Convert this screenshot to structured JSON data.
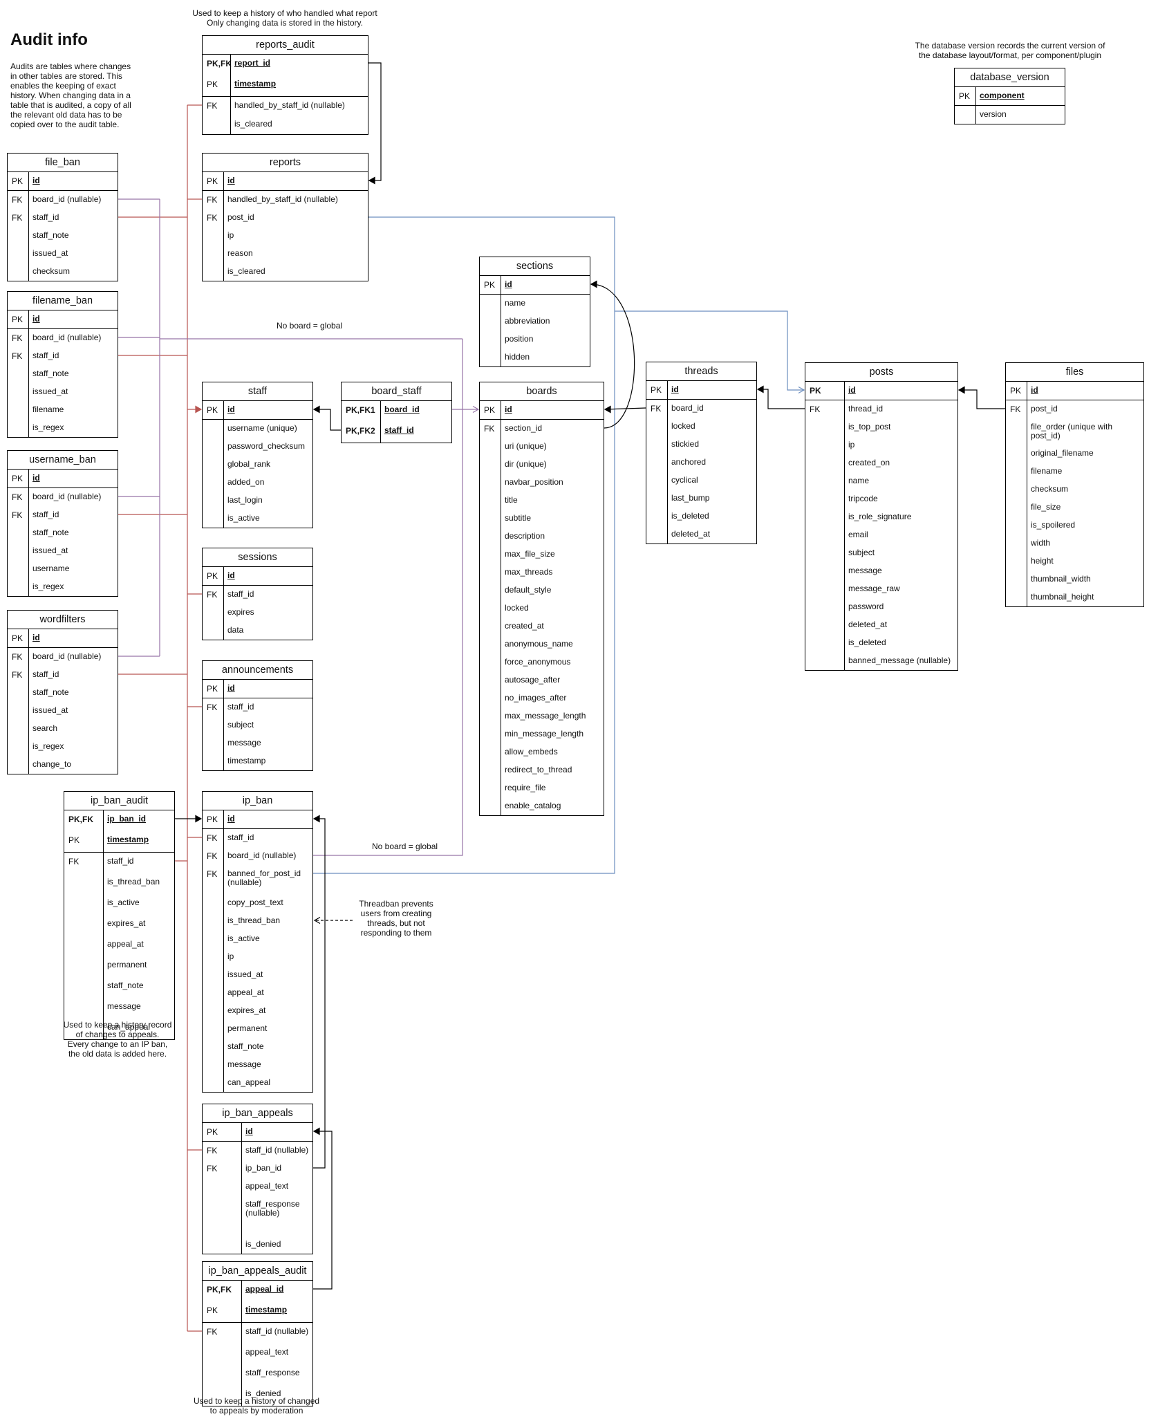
{
  "heading": "Audit info",
  "notes": [
    {
      "id": "audit-info-description",
      "text": "Audits are tables where changes in other tables are stored. This enables the keeping of exact history. When changing data in a table that is audited, a copy of all the relevant old data has to be copied over to the audit table."
    },
    {
      "id": "reports-audit-note",
      "text": "Used to keep a history of who handled what report\nOnly changing data is stored in the history."
    },
    {
      "id": "database-version-note",
      "text": "The database version records the current version of\nthe database layout/format, per component/plugin"
    },
    {
      "id": "no-board-global-note-1",
      "text": "No board = global"
    },
    {
      "id": "no-board-global-note-2",
      "text": "No board = global"
    },
    {
      "id": "threadban-note",
      "text": "Threadban prevents\nusers from creating\nthreads, but not\nresponding to them"
    },
    {
      "id": "ip-ban-audit-note",
      "text": "Used to keep a history record\nof changes to appeals.\nEvery change to an IP ban,\nthe old data is added here."
    },
    {
      "id": "ip-ban-appeals-audit-note",
      "text": "Used to keep a history of changed\nto appeals by moderation"
    }
  ],
  "tables": [
    {
      "id": "reports_audit",
      "title": "reports_audit",
      "groups": [
        [
          {
            "key": "PK,FK",
            "name": "report_id",
            "bold": true
          },
          {
            "key": "PK",
            "name": "timestamp",
            "bold": true
          }
        ],
        [
          {
            "key": "FK",
            "name": "handled_by_staff_id (nullable)"
          },
          {
            "key": "",
            "name": "is_cleared"
          }
        ]
      ]
    },
    {
      "id": "reports",
      "title": "reports",
      "groups": [
        [
          {
            "key": "PK",
            "name": "id",
            "bold": true
          }
        ],
        [
          {
            "key": "FK",
            "name": "handled_by_staff_id (nullable)"
          },
          {
            "key": "FK",
            "name": "post_id"
          },
          {
            "key": "",
            "name": "ip"
          },
          {
            "key": "",
            "name": "reason"
          },
          {
            "key": "",
            "name": "is_cleared"
          }
        ]
      ]
    },
    {
      "id": "file_ban",
      "title": "file_ban",
      "groups": [
        [
          {
            "key": "PK",
            "name": "id",
            "bold": true
          }
        ],
        [
          {
            "key": "FK",
            "name": "board_id (nullable)"
          },
          {
            "key": "FK",
            "name": "staff_id"
          },
          {
            "key": "",
            "name": "staff_note"
          },
          {
            "key": "",
            "name": "issued_at"
          },
          {
            "key": "",
            "name": "checksum"
          }
        ]
      ]
    },
    {
      "id": "filename_ban",
      "title": "filename_ban",
      "groups": [
        [
          {
            "key": "PK",
            "name": "id",
            "bold": true
          }
        ],
        [
          {
            "key": "FK",
            "name": "board_id (nullable)"
          },
          {
            "key": "FK",
            "name": "staff_id"
          },
          {
            "key": "",
            "name": "staff_note"
          },
          {
            "key": "",
            "name": "issued_at"
          },
          {
            "key": "",
            "name": "filename"
          },
          {
            "key": "",
            "name": "is_regex"
          }
        ]
      ]
    },
    {
      "id": "username_ban",
      "title": "username_ban",
      "groups": [
        [
          {
            "key": "PK",
            "name": "id",
            "bold": true
          }
        ],
        [
          {
            "key": "FK",
            "name": "board_id (nullable)"
          },
          {
            "key": "FK",
            "name": "staff_id"
          },
          {
            "key": "",
            "name": "staff_note"
          },
          {
            "key": "",
            "name": "issued_at"
          },
          {
            "key": "",
            "name": "username"
          },
          {
            "key": "",
            "name": "is_regex"
          }
        ]
      ]
    },
    {
      "id": "wordfilters",
      "title": "wordfilters",
      "groups": [
        [
          {
            "key": "PK",
            "name": "id",
            "bold": true
          }
        ],
        [
          {
            "key": "FK",
            "name": "board_id (nullable)"
          },
          {
            "key": "FK",
            "name": "staff_id"
          },
          {
            "key": "",
            "name": "staff_note"
          },
          {
            "key": "",
            "name": "issued_at"
          },
          {
            "key": "",
            "name": "search"
          },
          {
            "key": "",
            "name": "is_regex"
          },
          {
            "key": "",
            "name": "change_to"
          }
        ]
      ]
    },
    {
      "id": "staff",
      "title": "staff",
      "groups": [
        [
          {
            "key": "PK",
            "name": "id",
            "bold": true
          }
        ],
        [
          {
            "key": "",
            "name": "username (unique)"
          },
          {
            "key": "",
            "name": "password_checksum"
          },
          {
            "key": "",
            "name": "global_rank"
          },
          {
            "key": "",
            "name": "added_on"
          },
          {
            "key": "",
            "name": "last_login"
          },
          {
            "key": "",
            "name": "is_active"
          }
        ]
      ]
    },
    {
      "id": "board_staff",
      "title": "board_staff",
      "groups": [
        [
          {
            "key": "PK,FK1",
            "name": "board_id",
            "bold": true
          },
          {
            "key": "PK,FK2",
            "name": "staff_id",
            "bold": true
          }
        ]
      ]
    },
    {
      "id": "sessions",
      "title": "sessions",
      "groups": [
        [
          {
            "key": "PK",
            "name": "id",
            "bold": true
          }
        ],
        [
          {
            "key": "FK",
            "name": "staff_id"
          },
          {
            "key": "",
            "name": "expires"
          },
          {
            "key": "",
            "name": "data"
          }
        ]
      ]
    },
    {
      "id": "announcements",
      "title": "announcements",
      "groups": [
        [
          {
            "key": "PK",
            "name": "id",
            "bold": true
          }
        ],
        [
          {
            "key": "FK",
            "name": "staff_id"
          },
          {
            "key": "",
            "name": "subject"
          },
          {
            "key": "",
            "name": "message"
          },
          {
            "key": "",
            "name": "timestamp"
          }
        ]
      ]
    },
    {
      "id": "ip_ban_audit",
      "title": "ip_ban_audit",
      "groups": [
        [
          {
            "key": "PK,FK",
            "name": "ip_ban_id",
            "bold": true
          },
          {
            "key": "PK",
            "name": "timestamp",
            "bold": true
          }
        ],
        [
          {
            "key": "FK",
            "name": "staff_id"
          },
          {
            "key": "",
            "name": "is_thread_ban"
          },
          {
            "key": "",
            "name": "is_active"
          },
          {
            "key": "",
            "name": "expires_at"
          },
          {
            "key": "",
            "name": "appeal_at"
          },
          {
            "key": "",
            "name": "permanent"
          },
          {
            "key": "",
            "name": "staff_note"
          },
          {
            "key": "",
            "name": "message"
          },
          {
            "key": "",
            "name": "can_appeal"
          }
        ]
      ]
    },
    {
      "id": "ip_ban",
      "title": "ip_ban",
      "groups": [
        [
          {
            "key": "PK",
            "name": "id",
            "bold": true
          }
        ],
        [
          {
            "key": "FK",
            "name": "staff_id"
          },
          {
            "key": "FK",
            "name": "board_id (nullable)"
          },
          {
            "key": "FK",
            "name": "banned_for_post_id\n(nullable)"
          },
          {
            "key": "",
            "name": "copy_post_text"
          },
          {
            "key": "",
            "name": "is_thread_ban"
          },
          {
            "key": "",
            "name": "is_active"
          },
          {
            "key": "",
            "name": "ip"
          },
          {
            "key": "",
            "name": "issued_at"
          },
          {
            "key": "",
            "name": "appeal_at"
          },
          {
            "key": "",
            "name": "expires_at"
          },
          {
            "key": "",
            "name": "permanent"
          },
          {
            "key": "",
            "name": "staff_note"
          },
          {
            "key": "",
            "name": "message"
          },
          {
            "key": "",
            "name": "can_appeal"
          }
        ]
      ]
    },
    {
      "id": "ip_ban_appeals",
      "title": "ip_ban_appeals",
      "groups": [
        [
          {
            "key": "PK",
            "name": "id",
            "bold": true
          }
        ],
        [
          {
            "key": "FK",
            "name": "staff_id (nullable)"
          },
          {
            "key": "FK",
            "name": "ip_ban_id"
          },
          {
            "key": "",
            "name": "appeal_text"
          },
          {
            "key": "",
            "name": "staff_response\n(nullable)"
          },
          {
            "key": "",
            "name": "is_denied"
          }
        ]
      ]
    },
    {
      "id": "ip_ban_appeals_audit",
      "title": "ip_ban_appeals_audit",
      "groups": [
        [
          {
            "key": "PK,FK",
            "name": "appeal_id",
            "bold": true
          },
          {
            "key": "PK",
            "name": "timestamp",
            "bold": true
          }
        ],
        [
          {
            "key": "FK",
            "name": "staff_id (nullable)"
          },
          {
            "key": "",
            "name": "appeal_text"
          },
          {
            "key": "",
            "name": "staff_response"
          },
          {
            "key": "",
            "name": "is_denied"
          }
        ]
      ]
    },
    {
      "id": "sections",
      "title": "sections",
      "groups": [
        [
          {
            "key": "PK",
            "name": "id",
            "bold": true
          }
        ],
        [
          {
            "key": "",
            "name": "name"
          },
          {
            "key": "",
            "name": "abbreviation"
          },
          {
            "key": "",
            "name": "position"
          },
          {
            "key": "",
            "name": "hidden"
          }
        ]
      ]
    },
    {
      "id": "boards",
      "title": "boards",
      "groups": [
        [
          {
            "key": "PK",
            "name": "id",
            "bold": true
          }
        ],
        [
          {
            "key": "FK",
            "name": "section_id"
          },
          {
            "key": "",
            "name": "uri (unique)"
          },
          {
            "key": "",
            "name": "dir (unique)"
          },
          {
            "key": "",
            "name": "navbar_position"
          },
          {
            "key": "",
            "name": "title"
          },
          {
            "key": "",
            "name": "subtitle"
          },
          {
            "key": "",
            "name": "description"
          },
          {
            "key": "",
            "name": "max_file_size"
          },
          {
            "key": "",
            "name": "max_threads"
          },
          {
            "key": "",
            "name": "default_style"
          },
          {
            "key": "",
            "name": "locked"
          },
          {
            "key": "",
            "name": "created_at"
          },
          {
            "key": "",
            "name": "anonymous_name"
          },
          {
            "key": "",
            "name": "force_anonymous"
          },
          {
            "key": "",
            "name": "autosage_after"
          },
          {
            "key": "",
            "name": "no_images_after"
          },
          {
            "key": "",
            "name": "max_message_length"
          },
          {
            "key": "",
            "name": "min_message_length"
          },
          {
            "key": "",
            "name": "allow_embeds"
          },
          {
            "key": "",
            "name": "redirect_to_thread"
          },
          {
            "key": "",
            "name": "require_file"
          },
          {
            "key": "",
            "name": "enable_catalog"
          }
        ]
      ]
    },
    {
      "id": "threads",
      "title": "threads",
      "groups": [
        [
          {
            "key": "PK",
            "name": "id",
            "bold": true
          }
        ],
        [
          {
            "key": "FK",
            "name": "board_id"
          },
          {
            "key": "",
            "name": "locked"
          },
          {
            "key": "",
            "name": "stickied"
          },
          {
            "key": "",
            "name": "anchored"
          },
          {
            "key": "",
            "name": "cyclical"
          },
          {
            "key": "",
            "name": "last_bump"
          },
          {
            "key": "",
            "name": "is_deleted"
          },
          {
            "key": "",
            "name": "deleted_at"
          }
        ]
      ]
    },
    {
      "id": "posts",
      "title": "posts",
      "groups": [
        [
          {
            "key": "PK",
            "name": "id",
            "bold": true,
            "keybold": true
          }
        ],
        [
          {
            "key": "FK",
            "name": "thread_id"
          },
          {
            "key": "",
            "name": "is_top_post"
          },
          {
            "key": "",
            "name": "ip"
          },
          {
            "key": "",
            "name": "created_on"
          },
          {
            "key": "",
            "name": "name"
          },
          {
            "key": "",
            "name": "tripcode"
          },
          {
            "key": "",
            "name": "is_role_signature"
          },
          {
            "key": "",
            "name": "email"
          },
          {
            "key": "",
            "name": "subject"
          },
          {
            "key": "",
            "name": "message"
          },
          {
            "key": "",
            "name": "message_raw"
          },
          {
            "key": "",
            "name": "password"
          },
          {
            "key": "",
            "name": "deleted_at"
          },
          {
            "key": "",
            "name": "is_deleted"
          },
          {
            "key": "",
            "name": "banned_message (nullable)"
          }
        ]
      ]
    },
    {
      "id": "files",
      "title": "files",
      "groups": [
        [
          {
            "key": "PK",
            "name": "id",
            "bold": true
          }
        ],
        [
          {
            "key": "FK",
            "name": "post_id"
          },
          {
            "key": "",
            "name": "file_order (unique with\npost_id)"
          },
          {
            "key": "",
            "name": "original_filename"
          },
          {
            "key": "",
            "name": "filename"
          },
          {
            "key": "",
            "name": "checksum"
          },
          {
            "key": "",
            "name": "file_size"
          },
          {
            "key": "",
            "name": "is_spoilered"
          },
          {
            "key": "",
            "name": "width"
          },
          {
            "key": "",
            "name": "height"
          },
          {
            "key": "",
            "name": "thumbnail_width"
          },
          {
            "key": "",
            "name": "thumbnail_height"
          }
        ]
      ]
    },
    {
      "id": "database_version",
      "title": "database_version",
      "groups": [
        [
          {
            "key": "PK",
            "name": "component",
            "bold": true
          }
        ],
        [
          {
            "key": "",
            "name": "version"
          }
        ]
      ]
    }
  ],
  "colors": {
    "staff_link": "#b85450",
    "board_link": "#9673a6",
    "post_link": "#6c8ebf",
    "black_link": "#000000"
  }
}
